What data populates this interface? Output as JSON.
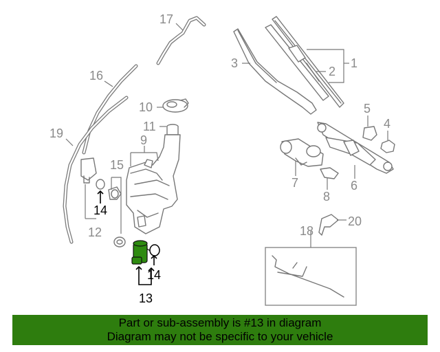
{
  "diagram": {
    "callouts": {
      "p1": "1",
      "p2": "2",
      "p3": "3",
      "p4": "4",
      "p5": "5",
      "p6": "6",
      "p7": "7",
      "p8": "8",
      "p9": "9",
      "p10": "10",
      "p11": "11",
      "p12": "12",
      "p13": "13",
      "p14a": "14",
      "p14b": "14",
      "p15": "15",
      "p16": "16",
      "p17": "17",
      "p18": "18",
      "p19": "19",
      "p20": "20"
    },
    "highlight_color": "#2e8b10"
  },
  "banner": {
    "line1": "Part or sub-assembly is #13 in diagram",
    "line2": "Diagram may not be specific to your vehicle",
    "background": "#2e7d0e"
  }
}
